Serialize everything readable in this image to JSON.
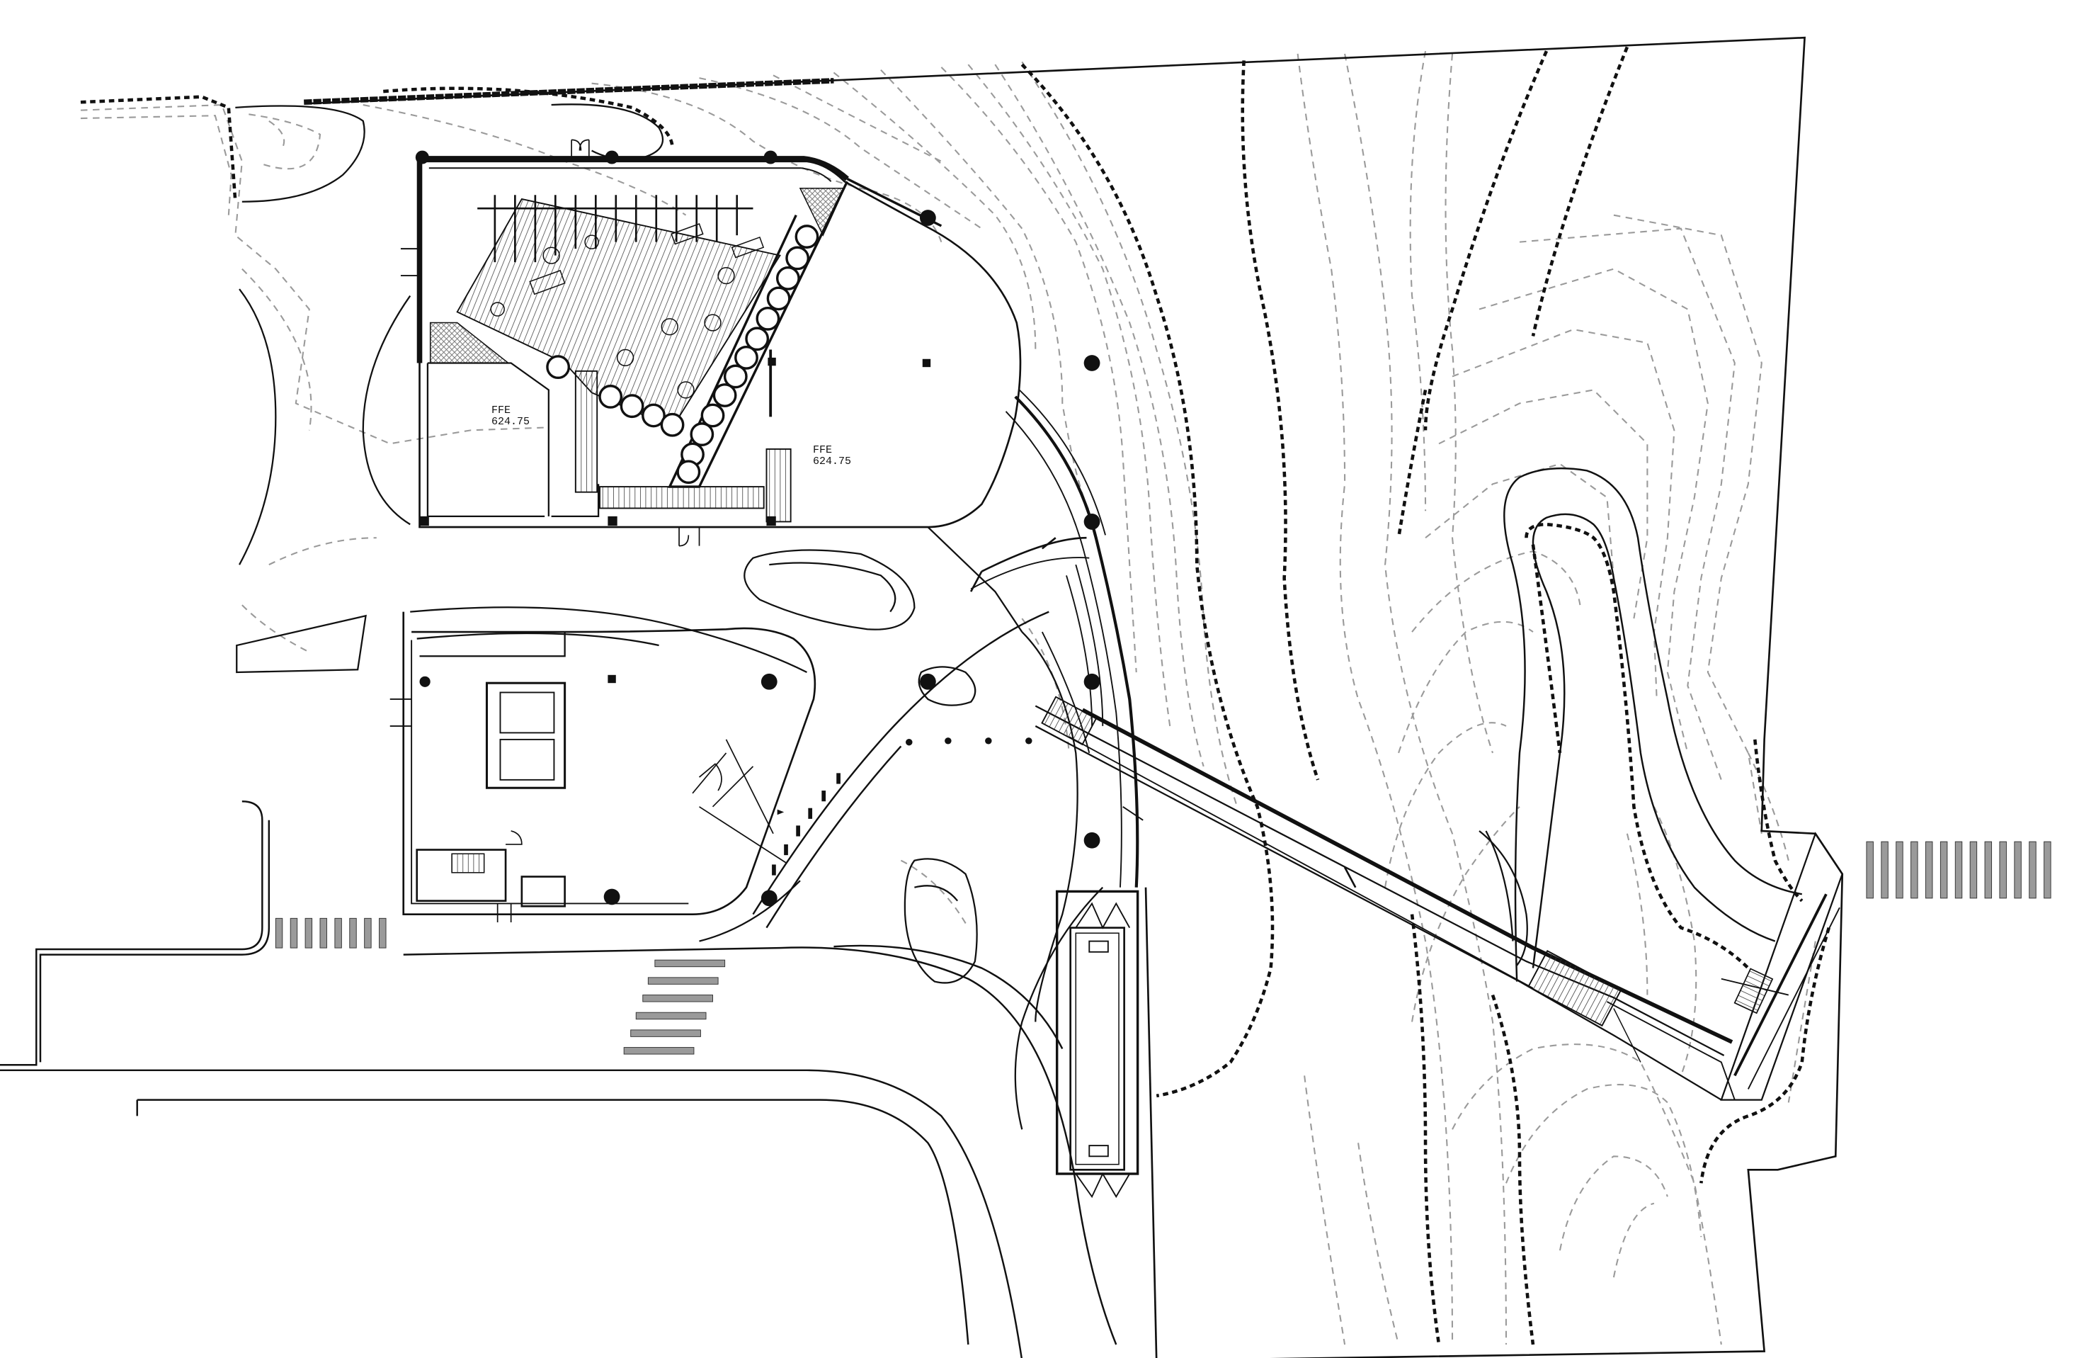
{
  "drawing": {
    "type": "site-plan",
    "line_color": "#111111",
    "contour_color": "#9a9a9a",
    "hatch_color": "#6a6a6a"
  },
  "labels": {
    "ffe_north_1": "FFE",
    "ffe_north_2": "624.75",
    "ffe_east_1": "FFE",
    "ffe_east_2": "624.75"
  }
}
